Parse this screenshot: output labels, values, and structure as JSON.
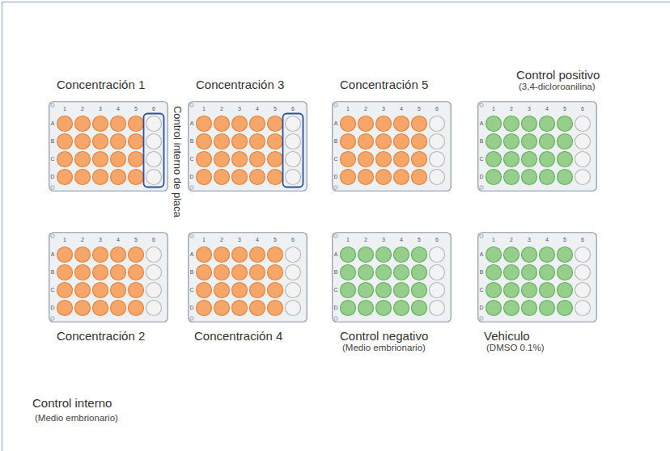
{
  "diagram": {
    "nodes": [
      {
        "text": [
          "Concentración 1"
        ]
      },
      {
        "text": [
          "Concentración 3"
        ]
      },
      {
        "text": [
          "Concentración 5"
        ]
      },
      {
        "text": [
          "Control positivo",
          "(3,4-dicloroanilina)"
        ]
      },
      {
        "text": [
          "Concentración 2"
        ]
      },
      {
        "text": [
          "Concentración 4"
        ]
      },
      {
        "text": [
          "Control negativo",
          "(Medio embrionario)"
        ]
      },
      {
        "text": [
          "Vehiculo",
          "(DMSO 0.1%)"
        ]
      }
    ],
    "labels": [
      "Control interno de placa",
      "1",
      "2",
      "3",
      "4",
      "5",
      "6",
      "A",
      "B",
      "C",
      "D",
      "1",
      "2",
      "3",
      "4",
      "5",
      "6",
      "A",
      "B",
      "C",
      "D",
      "1",
      "2",
      "3",
      "4",
      "5",
      "6",
      "A",
      "B",
      "C",
      "D",
      "1",
      "2",
      "3",
      "4",
      "5",
      "6",
      "A",
      "B",
      "C",
      "D",
      "1",
      "2",
      "3",
      "4",
      "5",
      "6",
      "A",
      "B",
      "C",
      "D",
      "1",
      "2",
      "3",
      "4",
      "5",
      "6",
      "A",
      "B",
      "C",
      "D",
      "1",
      "2",
      "3",
      "4",
      "5",
      "6",
      "A",
      "B",
      "C",
      "D",
      "1",
      "2",
      "3",
      "4",
      "5",
      "6",
      "A",
      "B",
      "C",
      "D",
      "Control interno",
      "(Medio embrionario)"
    ]
  }
}
